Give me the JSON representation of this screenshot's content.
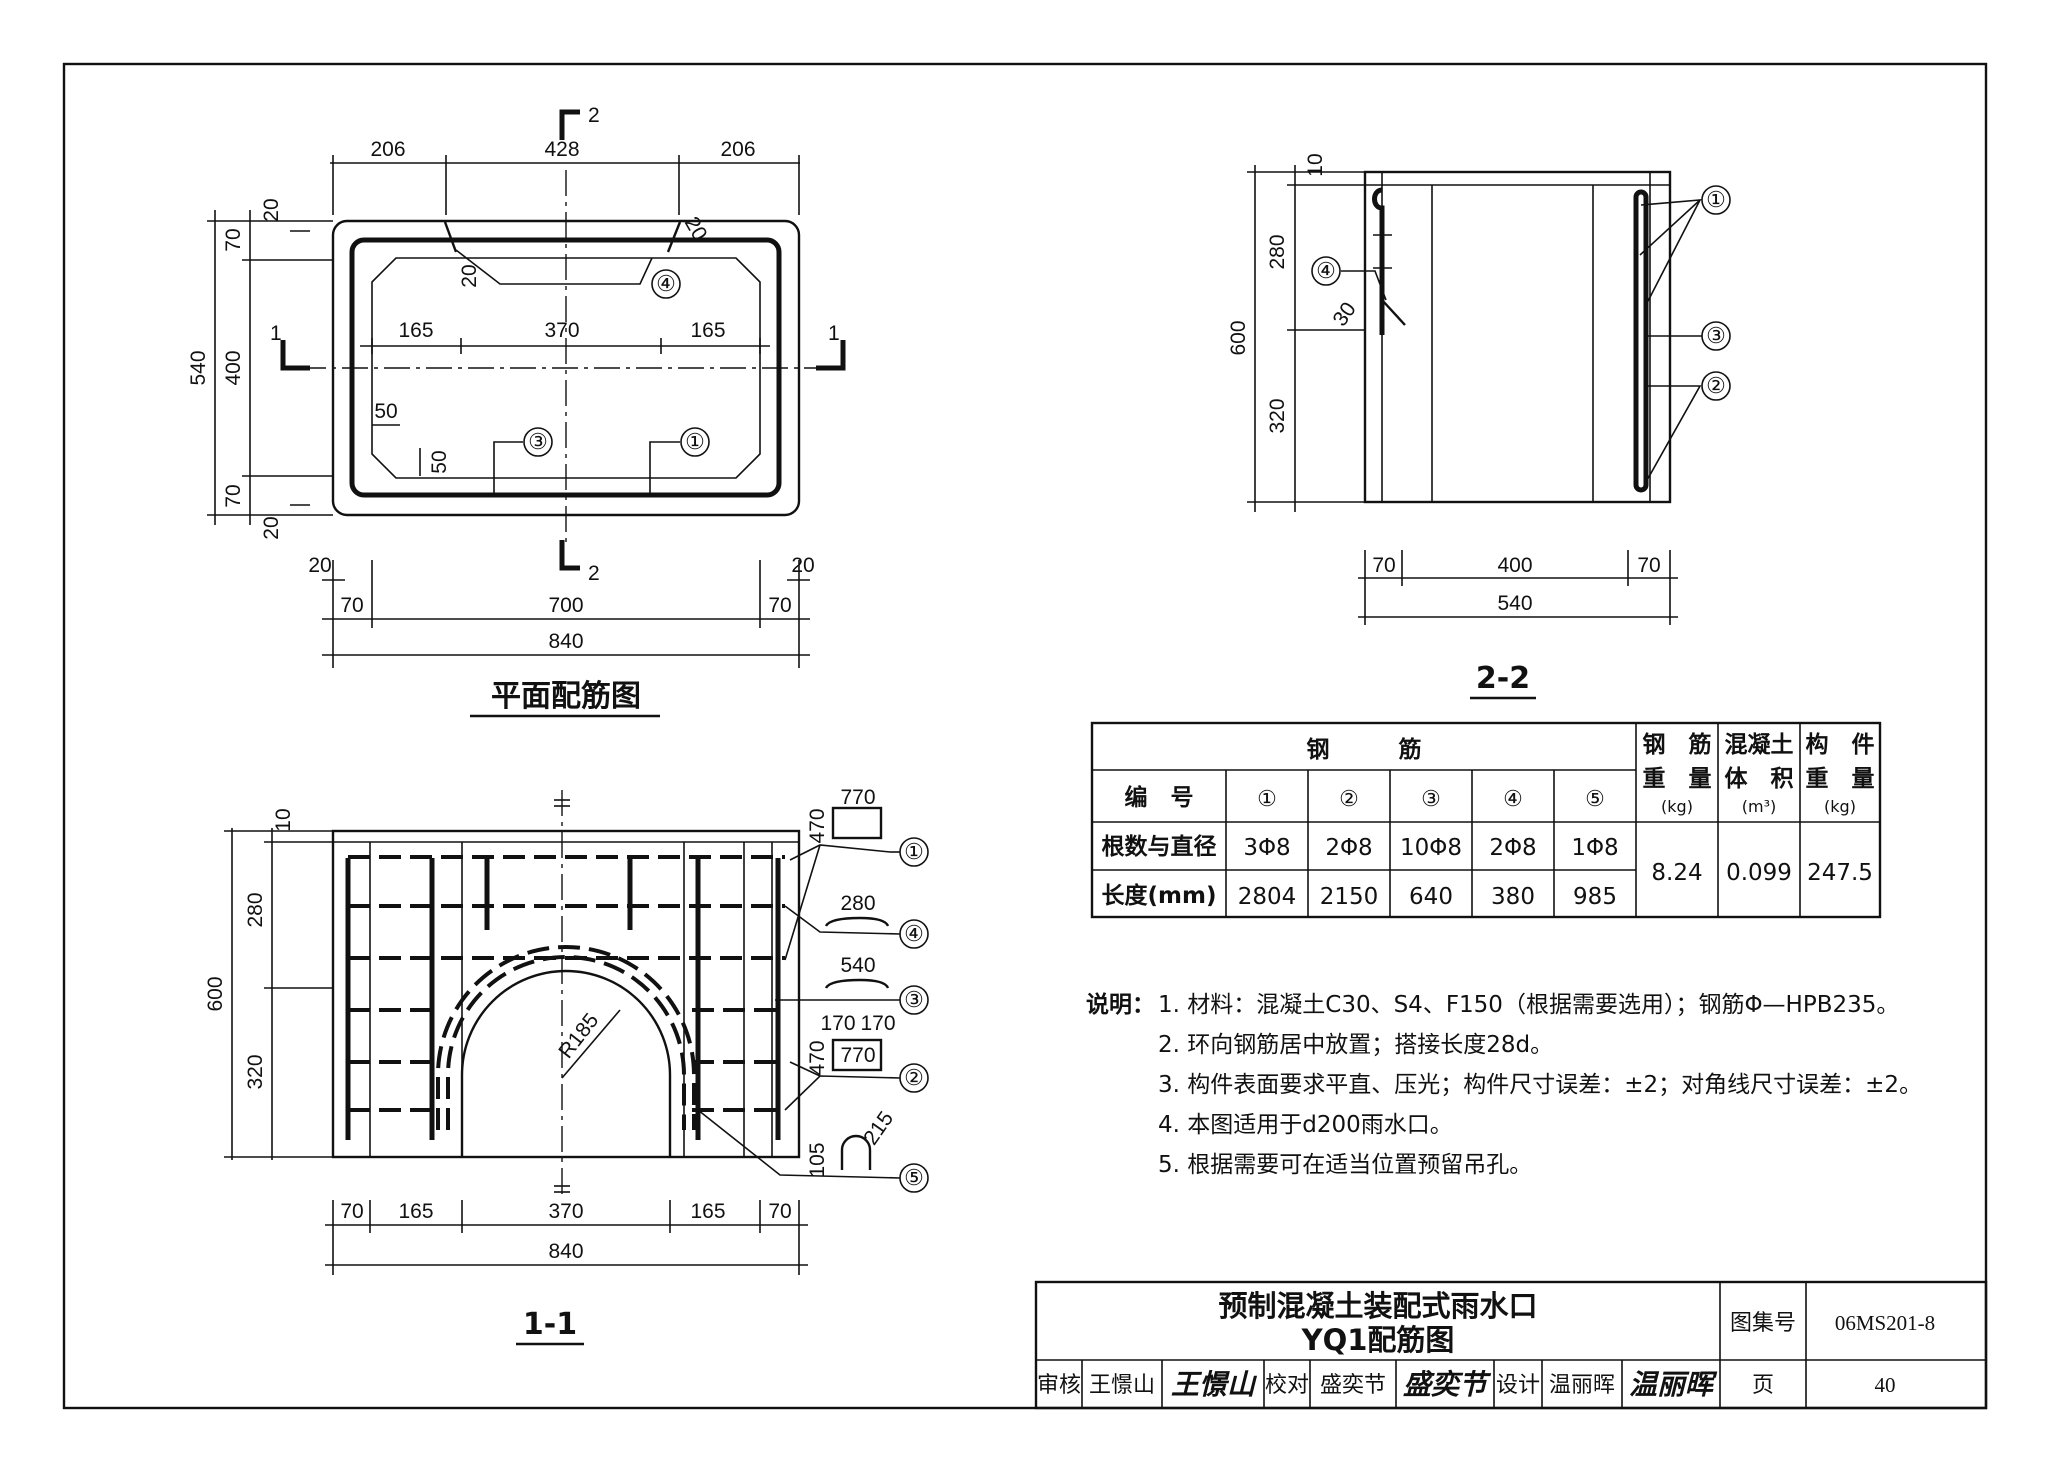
{
  "plan": {
    "title": "平面配筋图",
    "section_mark": "2",
    "side_mark": "1",
    "dims_top": [
      "206",
      "428",
      "206"
    ],
    "dims_inner": [
      "165",
      "370",
      "165"
    ],
    "dims_bottom_small": [
      "20",
      "20"
    ],
    "dims_bottom_mid": [
      "70",
      "700",
      "70"
    ],
    "dim_total": "840",
    "dims_left": [
      "20",
      "70",
      "400",
      "70",
      "20"
    ],
    "dim_left_total": "540",
    "dim_chamfer": [
      "50",
      "50"
    ],
    "dim_inner_20": "20",
    "dim_hook_20": "20",
    "callouts": [
      "④",
      "③",
      "①"
    ]
  },
  "section11": {
    "title": "1-1",
    "dims_bottom": [
      "70",
      "165",
      "370",
      "165",
      "70"
    ],
    "dim_total": "840",
    "dims_left": [
      "10",
      "280",
      "320"
    ],
    "dim_left_total": "600",
    "radius": "R185",
    "bars": [
      {
        "no": "①",
        "dims": [
          "770",
          "470"
        ]
      },
      {
        "no": "④",
        "dims": [
          "280"
        ]
      },
      {
        "no": "③",
        "dims": [
          "540"
        ]
      },
      {
        "no": "②",
        "dims": [
          "170",
          "170",
          "770",
          "470"
        ]
      },
      {
        "no": "⑤",
        "dims": [
          "105",
          "215"
        ]
      }
    ]
  },
  "section22": {
    "title": "2-2",
    "dims_left": [
      "10",
      "280",
      "320"
    ],
    "dim_left_total": "600",
    "dim_angle": "30",
    "dims_bottom": [
      "70",
      "400",
      "70"
    ],
    "dim_total": "540",
    "callouts": [
      "①",
      "③",
      "②",
      "④"
    ]
  },
  "table": {
    "header_main": "钢　　　筋",
    "col_no_label": "编　号",
    "bar_numbers": [
      "①",
      "②",
      "③",
      "④",
      "⑤"
    ],
    "row_count_label": "根数与直径",
    "counts": [
      "3Φ8",
      "2Φ8",
      "10Φ8",
      "2Φ8",
      "1Φ8"
    ],
    "row_length_label": "长度(mm)",
    "lengths": [
      "2804",
      "2150",
      "640",
      "380",
      "985"
    ],
    "col_weight_label": [
      "钢　筋",
      "重　量",
      "(kg)"
    ],
    "col_volume_label": [
      "混凝土",
      "体　积",
      "(m³)"
    ],
    "col_member_label": [
      "构　件",
      "重　量",
      "(kg)"
    ],
    "steel_weight": "8.24",
    "concrete_volume": "0.099",
    "member_weight": "247.5"
  },
  "notes": {
    "label": "说明：",
    "items": [
      "1. 材料：混凝土C30、S4、F150（根据需要选用）；钢筋Φ—HPB235。",
      "2. 环向钢筋居中放置；搭接长度28d。",
      "3. 构件表面要求平直、压光；构件尺寸误差：±2；对角线尺寸误差：±2。",
      "4. 本图适用于d200雨水口。",
      "5. 根据需要可在适当位置预留吊孔。"
    ]
  },
  "title_block": {
    "title_line1": "预制混凝土装配式雨水口",
    "title_line2": "YQ1配筋图",
    "atlas_label": "图集号",
    "atlas_no": "06MS201-8",
    "review_label": "审核",
    "reviewer": "王憬山",
    "check_label": "校对",
    "checker": "盛奕节",
    "design_label": "设计",
    "designer": "温丽晖",
    "page_label": "页",
    "page_no": "40",
    "signatures": [
      "王憬山",
      "盛奕节",
      "温丽晖"
    ]
  }
}
